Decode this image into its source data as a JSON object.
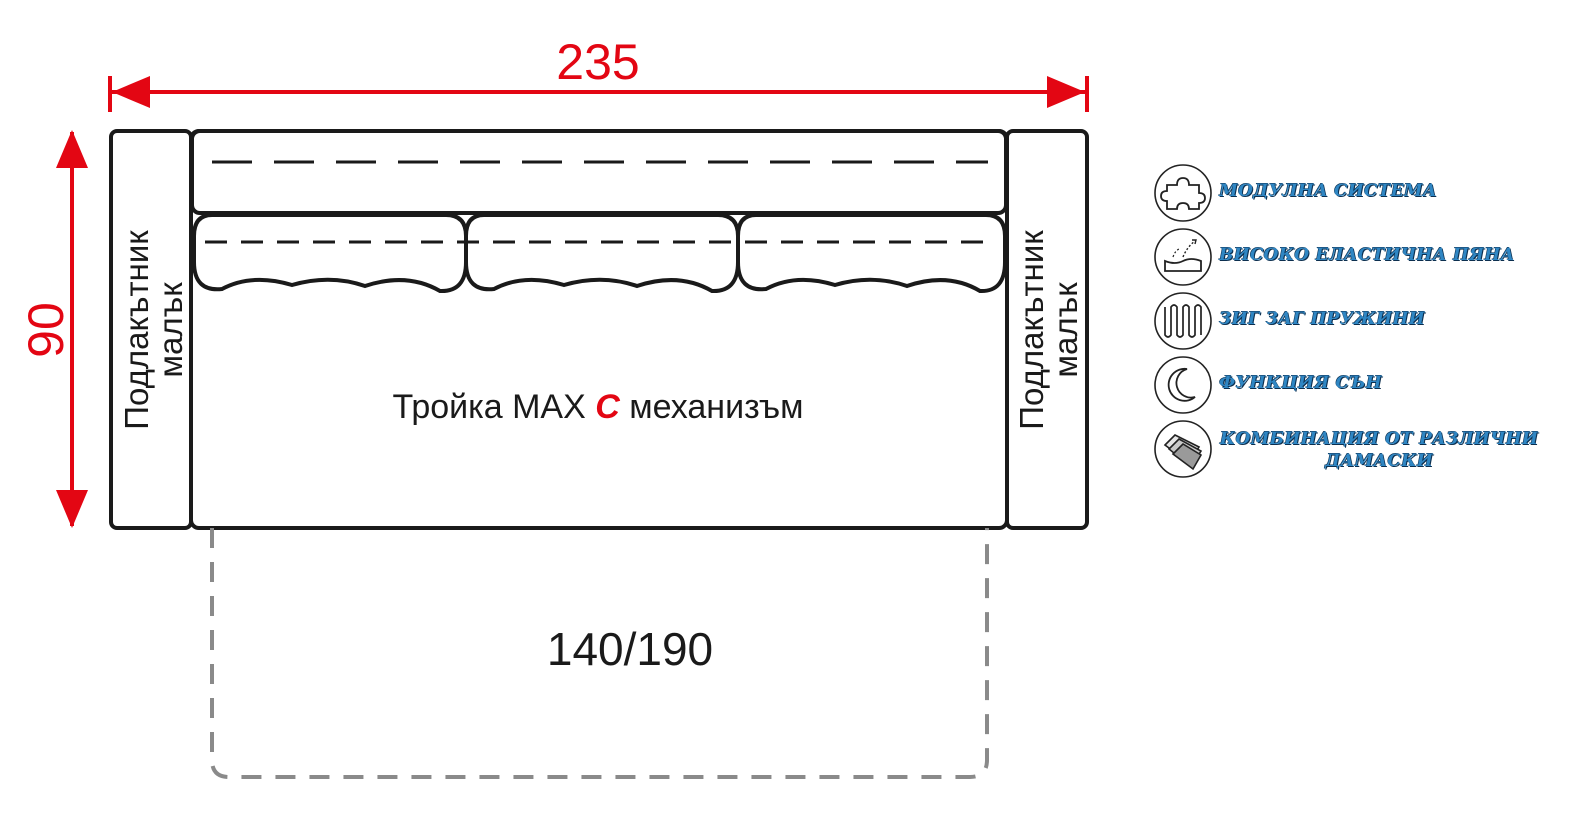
{
  "dimensions": {
    "width": "235",
    "depth": "90",
    "accent_color": "#e30613"
  },
  "sofa": {
    "armrest_left": {
      "line1": "Подлакътник",
      "line2": "малък"
    },
    "armrest_right": {
      "line1": "Подлакътник",
      "line2": "малък"
    },
    "title_prefix": "Тройка MAX ",
    "title_accent": "С",
    "title_suffix": " механизъм",
    "outline_color": "#1a1a1a"
  },
  "bed": {
    "size": "140/190",
    "outline_color": "#8a8a8a"
  },
  "features": [
    {
      "icon": "puzzle-icon",
      "label": "МОДУЛНА СИСТЕМА"
    },
    {
      "icon": "foam-icon",
      "label": "ВИСОКО ЕЛАСТИЧНА ПЯНА"
    },
    {
      "icon": "zigzag-spring-icon",
      "label": "ЗИГ ЗАГ ПРУЖИНИ"
    },
    {
      "icon": "moon-icon",
      "label": "ФУНКЦИЯ СЪН"
    },
    {
      "icon": "fabric-swatch-icon",
      "label": "КОМБИНАЦИЯ ОТ РАЗЛИЧНИ ДАМАСКИ"
    }
  ],
  "feature_color": "#2f86c3"
}
